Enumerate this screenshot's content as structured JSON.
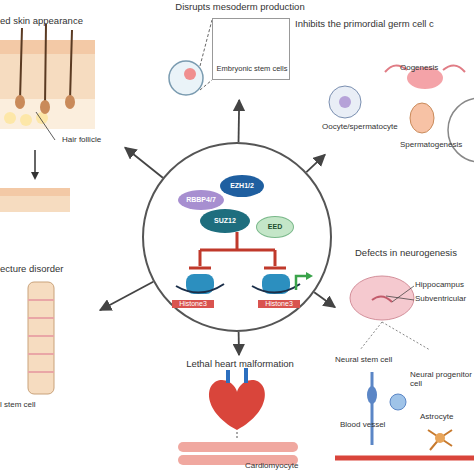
{
  "diagram": {
    "nodes": [
      {
        "text": [
          "Histone3",
          "Histone3"
        ]
      },
      {
        "text": [
          "EZH1/2"
        ],
        "in": 0
      },
      {
        "text": [
          "RBBP4/7"
        ],
        "in": 0
      },
      {
        "text": [
          "SUZ12"
        ],
        "in": 0
      },
      {
        "text": [
          "EED"
        ],
        "in": 0
      },
      {
        "text": [
          "Disrupts mesoderm production"
        ]
      },
      {
        "text": [
          "Embryonic stem cells"
        ],
        "in": 5
      },
      {
        "text": [
          "ed skin appearance",
          "Hair follicle"
        ]
      },
      {
        "text": [
          "Inhibits the primordial germ cell c",
          "Oogenesis",
          "Oocyte/spermatocyte",
          "Spermatogenesis"
        ]
      },
      {
        "text": [
          "ecture disorder",
          "l stem cell"
        ]
      },
      {
        "text": [
          "Lethal heart malformation",
          "Cardiomyocyte"
        ]
      },
      {
        "text": [
          "Defects in neurogenesis",
          "Hippocampus",
          "Subventricular",
          "Neural stem cell",
          "Neural progenitor cell",
          "Blood vessel",
          "Astrocyte"
        ]
      }
    ],
    "edges": [
      {
        "from": 0,
        "to": 5,
        "arrow": "to"
      },
      {
        "from": 0,
        "to": 7,
        "arrow": "to"
      },
      {
        "from": 0,
        "to": 8,
        "arrow": "to"
      },
      {
        "from": 0,
        "to": 9,
        "arrow": "to"
      },
      {
        "from": 0,
        "to": 10,
        "arrow": "to"
      },
      {
        "from": 0,
        "to": 11,
        "arrow": "to"
      }
    ]
  }
}
